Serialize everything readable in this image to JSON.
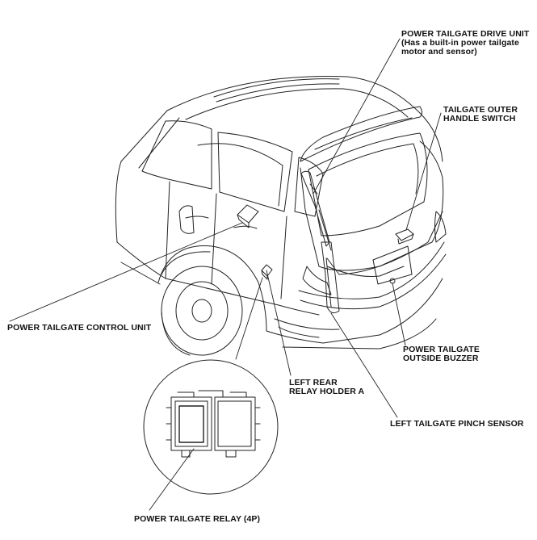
{
  "colors": {
    "line": "#222222",
    "faint": "#555555",
    "label": "#111111",
    "background": "#ffffff"
  },
  "labels": {
    "drive_unit": [
      "POWER TAILGATE DRIVE UNIT",
      "(Has a built-in power tailgate",
      "motor and sensor)"
    ],
    "outer_handle_switch": [
      "TAILGATE OUTER",
      "HANDLE SWITCH"
    ],
    "control_unit": [
      "POWER TAILGATE CONTROL UNIT"
    ],
    "outside_buzzer": [
      "POWER TAILGATE",
      "OUTSIDE BUZZER"
    ],
    "relay_holder": [
      "LEFT REAR",
      "RELAY HOLDER A"
    ],
    "pinch_sensor": [
      "LEFT TAILGATE PINCH SENSOR"
    ],
    "relay": [
      "POWER TAILGATE RELAY (4P)"
    ]
  }
}
